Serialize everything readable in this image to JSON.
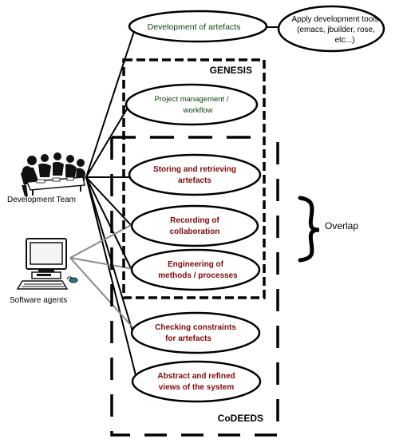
{
  "actors": {
    "team_label": "Development Team",
    "agents_label": "Software agents"
  },
  "usecases": {
    "dev_artefacts": "Development of artefacts",
    "tools": [
      "Apply development tools",
      "(emacs,  jbuilder, rose,",
      "etc...)"
    ],
    "project_mgmt": [
      "Project management /",
      "workflow"
    ],
    "storing": [
      "Storing and retrieving",
      "artefacts"
    ],
    "recording": [
      "Recording of",
      "collaboration"
    ],
    "engineering": [
      "Engineering of",
      "methods / processes"
    ],
    "checking": [
      "Checking constraints",
      "for artefacts"
    ],
    "abstract": [
      "Abstract and refined",
      "views of the system"
    ]
  },
  "boxes": {
    "genesis": "GENESIS",
    "codeeds": "CoDEEDS"
  },
  "overlap_label": "Overlap",
  "colors": {
    "green_text": "#0b3d0b",
    "red_text": "#7a0a0a",
    "line": "#000000",
    "gray_line": "#8a8a8a",
    "ellipse_border_gray": "#8a8a8a"
  },
  "icons": {
    "team": "meeting-people-icon",
    "agents": "computer-icon"
  }
}
